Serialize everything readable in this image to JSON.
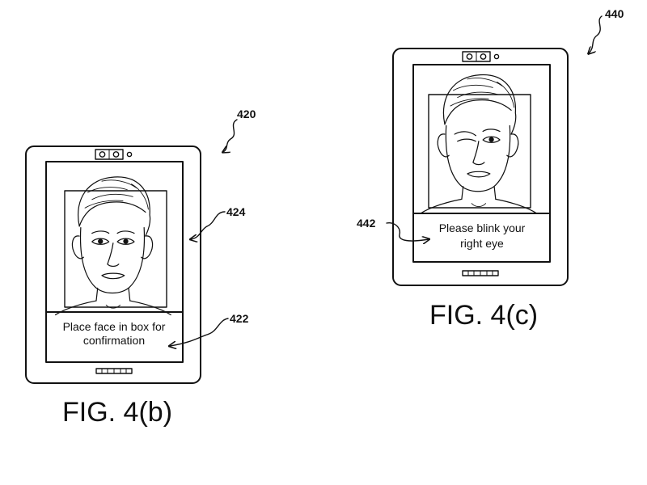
{
  "figures": [
    {
      "id": "fig-4b",
      "caption": "FIG. 4(b)",
      "device_ref": "420",
      "screen_ref": "424",
      "prompt_ref": "422",
      "prompt_lines": [
        "Place face in box for",
        "confirmation"
      ]
    },
    {
      "id": "fig-4c",
      "caption": "FIG. 4(c)",
      "device_ref": "440",
      "prompt_ref": "442",
      "prompt_lines": [
        "Please blink your",
        "right eye"
      ]
    }
  ],
  "icons": [
    "camera-icon",
    "home-button-icon",
    "face-illustration",
    "reference-arrow-icon"
  ]
}
